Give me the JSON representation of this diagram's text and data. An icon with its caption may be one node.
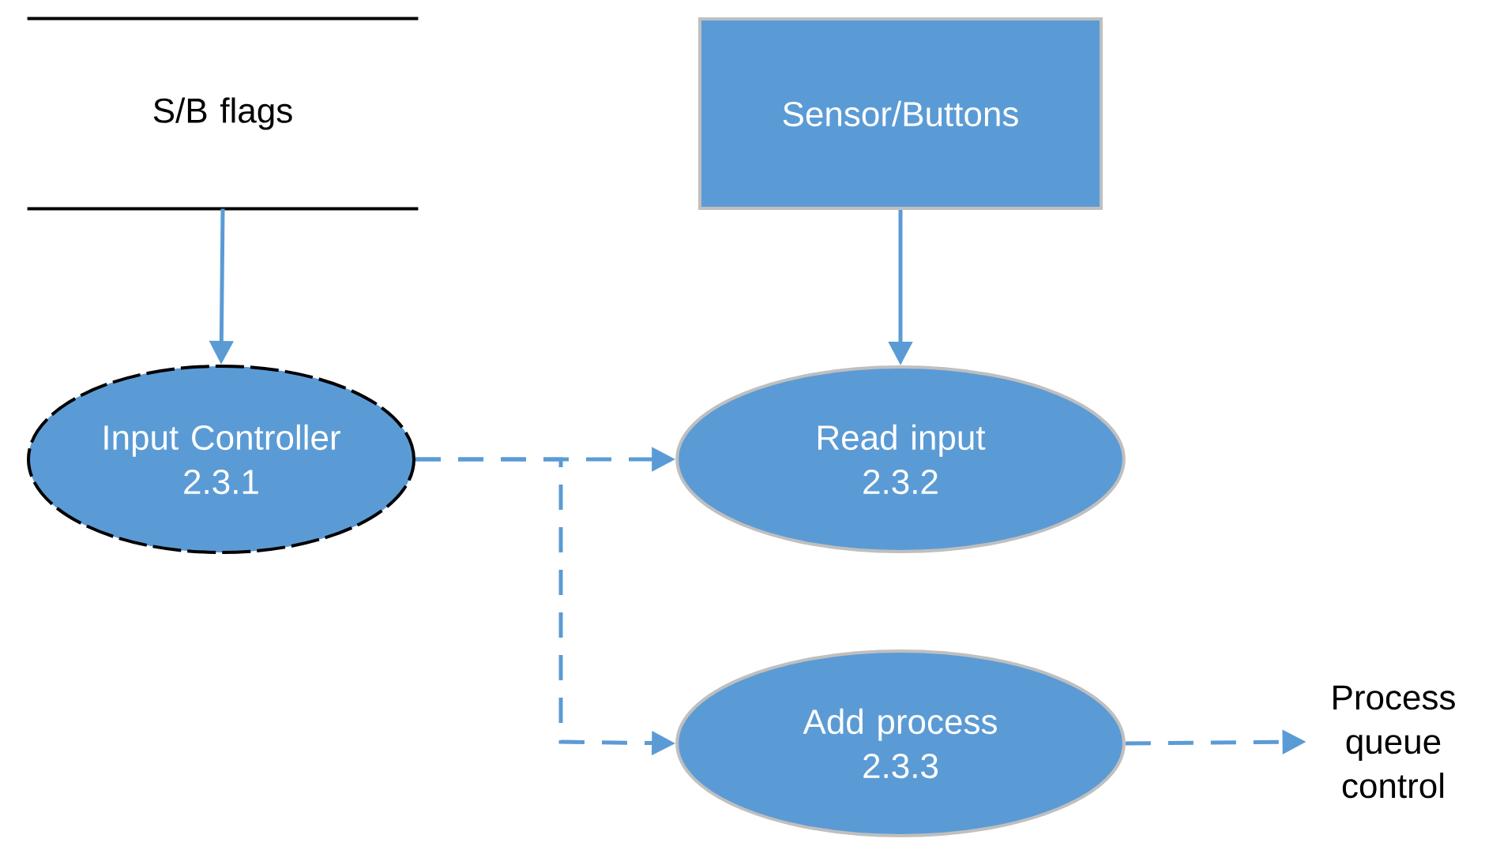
{
  "diagram": {
    "nodes": [
      {
        "text": [
          "S/B flags"
        ]
      },
      {
        "text": [
          "Sensor/Buttons"
        ]
      },
      {
        "text": [
          "Input Controller",
          "2.3.1"
        ]
      },
      {
        "text": [
          "Read input",
          "2.3.2"
        ]
      },
      {
        "text": [
          "Add process",
          "2.3.3"
        ]
      },
      {
        "text": [
          "Process queue control"
        ]
      }
    ],
    "edges": [
      {
        "from": 0,
        "to": 2,
        "arrow": "to"
      },
      {
        "from": 1,
        "to": 3,
        "arrow": "to"
      },
      {
        "from": 2,
        "to": 3,
        "arrow": "to",
        "style": "dashed"
      },
      {
        "from": 2,
        "to": 4,
        "arrow": "to",
        "style": "dashed"
      },
      {
        "from": 4,
        "to": 5,
        "arrow": "to",
        "style": "dashed"
      }
    ]
  }
}
